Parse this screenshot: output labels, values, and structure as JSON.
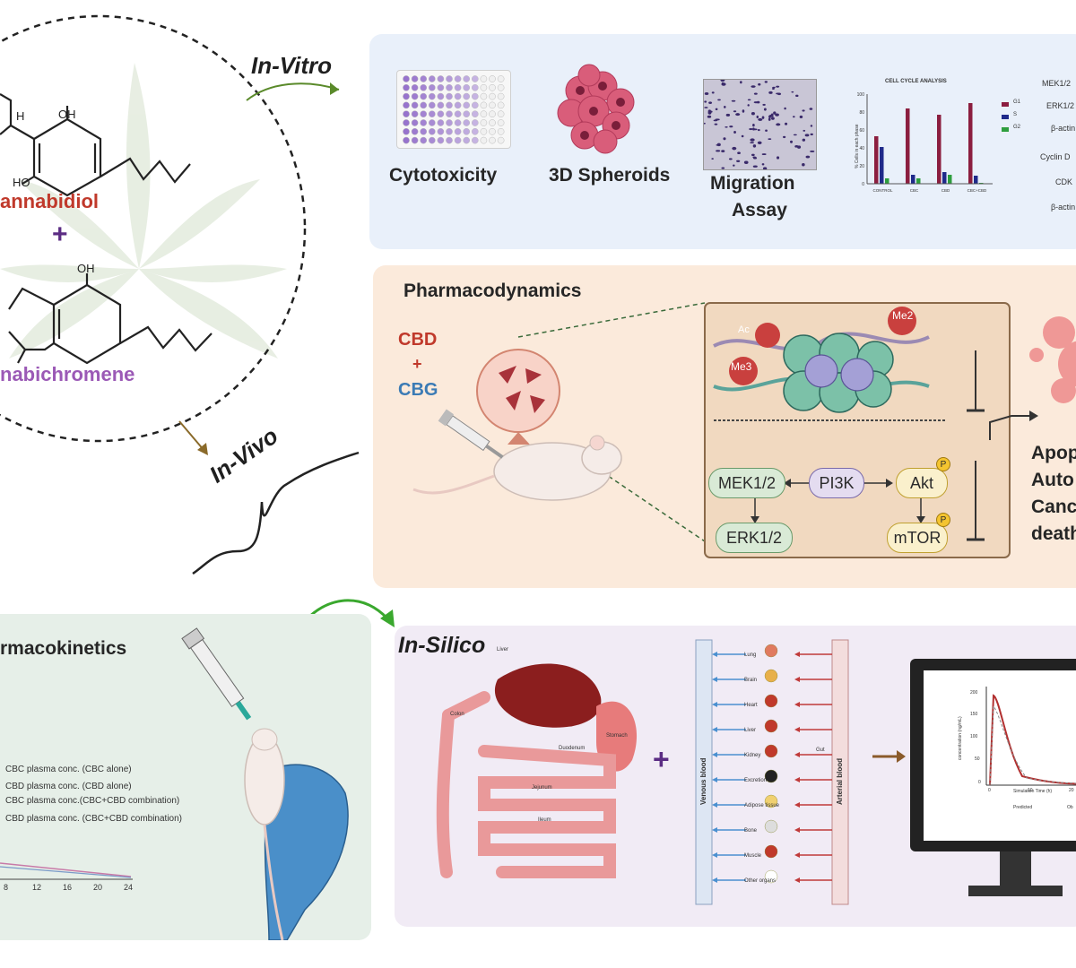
{
  "molecules": {
    "top_label": "annabidiol",
    "plus": "+",
    "bottom_label": "nabichromene",
    "oh_top": "OH",
    "ho": "HO",
    "h": "H",
    "oh_bottom": "OH"
  },
  "flow_labels": {
    "in_vitro": "In-Vitro",
    "in_vivo": "In-Vivo"
  },
  "in_vitro": {
    "items": [
      "Cytotoxicity",
      "3D Spheroids",
      "Migration",
      "Assay"
    ],
    "cell_cycle_chart": {
      "title": "CELL CYCLE ANALYSIS",
      "ylabel": "% Cells in each phase",
      "legend": [
        "G1",
        "S",
        "G2"
      ],
      "categories": [
        "CONTROL",
        "CBC",
        "CBD",
        "CBC+CBD"
      ]
    },
    "western_labels": [
      "MEK1/2",
      "ERK1/2",
      "β-actin",
      "Cyclin D",
      "CDK",
      "β-actin"
    ],
    "colors": {
      "g1": "#8b1e3f",
      "s": "#1f2a8a",
      "g2": "#2e9e3e"
    }
  },
  "chart_data": {
    "type": "bar",
    "title": "CELL CYCLE ANALYSIS",
    "categories": [
      "CONTROL",
      "CBC",
      "CBD",
      "CBC+CBD"
    ],
    "series": [
      {
        "name": "G1",
        "values": [
          53,
          84,
          77,
          90
        ]
      },
      {
        "name": "S",
        "values": [
          41,
          10,
          13,
          9
        ]
      },
      {
        "name": "G2",
        "values": [
          6,
          6,
          10,
          1
        ]
      }
    ],
    "ylim": [
      0,
      100
    ],
    "yticks": [
      0,
      20,
      40,
      60,
      80,
      100
    ],
    "ylabel": "% Cells in each phase"
  },
  "pharmacodynamics": {
    "title": "Pharmacodynamics",
    "drug1": "CBD",
    "plus": "+",
    "drug2": "CBG",
    "histone_marks": [
      "Ac",
      "Me2",
      "Me3"
    ],
    "nodes": {
      "mek": "MEK1/2",
      "pi3k": "PI3K",
      "akt": "Akt",
      "erk": "ERK1/2",
      "mtor": "mTOR",
      "p": "P"
    },
    "outcomes": [
      "Apop",
      "Auto",
      "Canc",
      "death"
    ]
  },
  "pharmacokinetics": {
    "title": "rmacokinetics",
    "legend": [
      "CBC plasma conc. (CBC alone)",
      "CBD plasma conc. (CBD alone)",
      "CBC plasma conc.(CBC+CBD combination)",
      "CBD plasma conc. (CBC+CBD combination)"
    ],
    "xticks": [
      "8",
      "12",
      "16",
      "20",
      "24"
    ]
  },
  "in_silico": {
    "title": "In-Silico",
    "plus": "+",
    "gut_labels": [
      "Liver",
      "Colon",
      "Stomach",
      "Duodenum",
      "Jejunum",
      "Ileum"
    ],
    "pbpk_organs": [
      "Lung",
      "Brain",
      "Heart",
      "Liver",
      "Kidney",
      "Excretion",
      "Adipose tissue",
      "Bone",
      "Muscle",
      "Other organs"
    ],
    "gut": "Gut",
    "venous": "Venous blood",
    "arterial": "Arterial blood",
    "monitor_chart": {
      "ylabel": "concentration (ng/mL)",
      "xlabel": "Simulation Time (h)",
      "legend": [
        "Predicted",
        "Ob"
      ],
      "ytick_labels": [
        "200",
        "150",
        "100",
        "50",
        "0"
      ],
      "xtick_labels": [
        "0",
        "10",
        "20"
      ]
    }
  }
}
